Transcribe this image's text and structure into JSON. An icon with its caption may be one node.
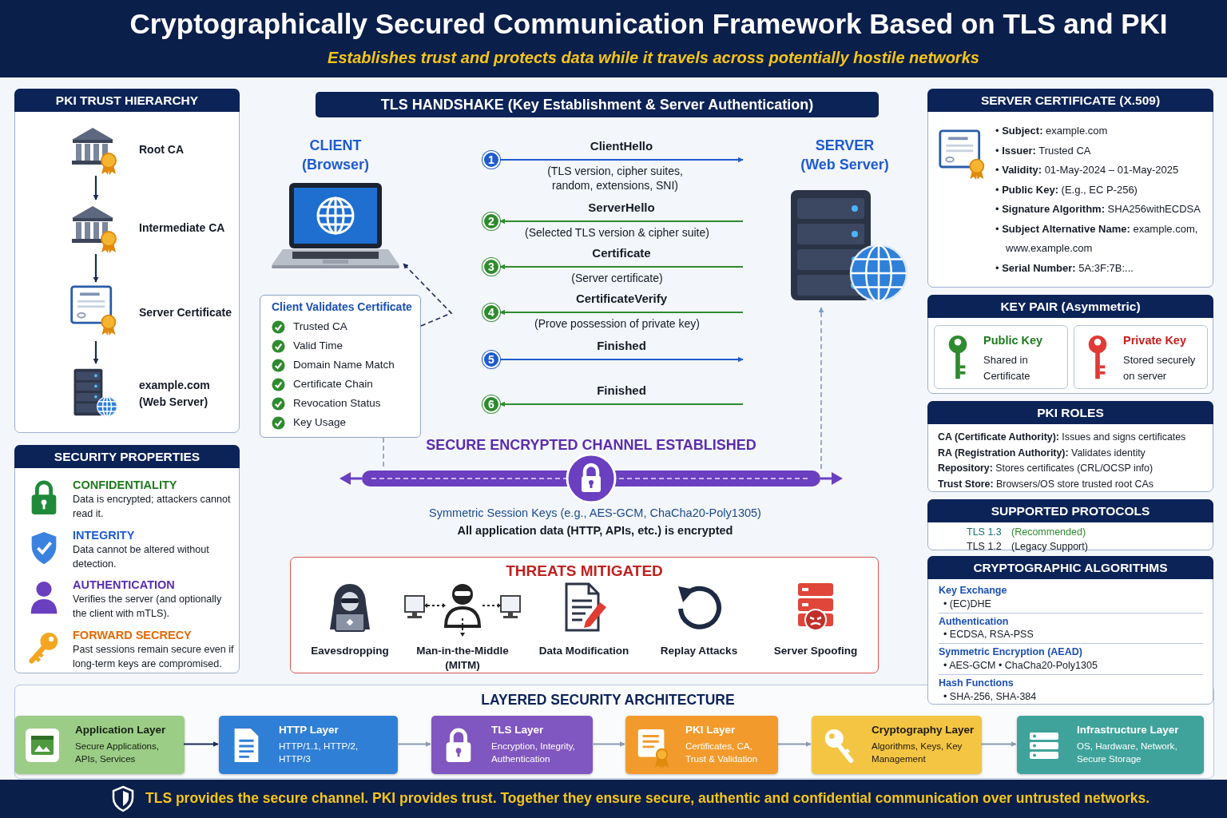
{
  "diagram": {
    "title": "Cryptographically Secured Communication Framework Based on TLS and PKI",
    "caption": "TLS provides the secure channel. PKI provides trust. Together they ensure secure, authentic and confidential communication over untrusted networks.",
    "nodes": [
      {
        "text": [
          "PKI TRUST HIERARCHY"
        ]
      },
      {
        "text": [
          "Root CA"
        ],
        "in": 0
      },
      {
        "text": [
          "Intermediate CA"
        ],
        "in": 0
      },
      {
        "text": [
          "Server Certificate"
        ],
        "in": 0
      },
      {
        "text": [
          "example.com (Web Server)"
        ],
        "in": 0
      },
      {
        "text": [
          "SECURITY PROPERTIES"
        ]
      },
      {
        "text": [
          "CONFIDENTIALITY",
          "Data is encrypted; attackers cannot read it."
        ],
        "in": 5
      },
      {
        "text": [
          "INTEGRITY",
          "Data cannot be altered without detection."
        ],
        "in": 5
      },
      {
        "text": [
          "AUTHENTICATION",
          "Verifies the server (and optionally the client with mTLS)."
        ],
        "in": 5
      },
      {
        "text": [
          "FORWARD SECRECY",
          "Past sessions remain secure even if long-term keys are compromised."
        ],
        "in": 5
      },
      {
        "text": [
          "TLS HANDSHAKE (Key Establishment & Server Authentication)"
        ]
      },
      {
        "text": [
          "CLIENT (Browser)"
        ]
      },
      {
        "text": [
          "SERVER (Web Server)"
        ]
      },
      {
        "text": [
          "1"
        ]
      },
      {
        "text": [
          "2"
        ]
      },
      {
        "text": [
          "3"
        ]
      },
      {
        "text": [
          "4"
        ]
      },
      {
        "text": [
          "5"
        ]
      },
      {
        "text": [
          "6"
        ]
      },
      {
        "text": [
          "Client Validates Certificate",
          "Trusted CA",
          "Valid Time",
          "Domain Name Match",
          "Certificate Chain",
          "Revocation Status",
          "Key Usage"
        ]
      },
      {
        "text": [],
        "shape": "bar",
        "beside": [
          "Symmetric Session Keys (e.g., AES-GCM, ChaCha20-Poly1305)",
          "All application data (HTTP, APIs, etc.) is encrypted"
        ]
      },
      {
        "text": [
          "THREATS MITIGATED"
        ]
      },
      {
        "text": [
          "Eavesdropping"
        ],
        "in": 21
      },
      {
        "text": [
          "Man-in-the-Middle (MITM)"
        ],
        "in": 21
      },
      {
        "text": [
          "Data Modification"
        ],
        "in": 21
      },
      {
        "text": [
          "Replay Attacks"
        ],
        "in": 21
      },
      {
        "text": [
          "Server Spoofing"
        ],
        "in": 21
      },
      {
        "text": [
          "SERVER CERTIFICATE (X.509)",
          "• **Subject:** example.com",
          "• **Issuer:** Trusted CA",
          "• **Validity:** 01-May-2024 – 01-May-2025",
          "• **Public Key:** (E.g., EC P-256)",
          "• **Signature Algorithm:** SHA256withECDSA",
          "• **Subject Alternative Name:** example.com, www.example.com",
          "• **Serial Number:** 5A:3F:7B:..."
        ]
      },
      {
        "text": [
          "KEY PAIR (Asymmetric)"
        ]
      },
      {
        "text": [
          "Public Key",
          "Shared in Certificate"
        ],
        "in": 28
      },
      {
        "text": [
          "Private Key",
          "Stored securely on server"
        ],
        "in": 28
      },
      {
        "text": [
          "PKI ROLES",
          "**CA (Certificate Authority):** Issues and signs certificates",
          "**RA (Registration Authority):** Validates identity",
          "**Repository:** Stores certificates (CRL/OCSP info)",
          "**Trust Store:** Browsers/OS store trusted root CAs"
        ]
      },
      {
        "text": [
          "SUPPORTED PROTOCOLS",
          "TLS 1.3",
          "(Recommended)",
          "TLS 1.2",
          "(Legacy Support)"
        ]
      },
      {
        "text": [
          "CRYPTOGRAPHIC ALGORITHMS",
          "Key Exchange",
          "• (EC)DHE",
          "Authentication",
          "• ECDSA, RSA-PSS",
          "Symmetric Encryption (AEAD)",
          "• AES-GCM • ChaCha20-Poly1305",
          "Hash Functions",
          "• SHA-256, SHA-384"
        ]
      },
      {
        "text": [
          "LAYERED SECURITY ARCHITECTURE"
        ]
      },
      {
        "text": [
          "Application Layer",
          "Secure Applications, APIs, Services"
        ],
        "in": 34
      },
      {
        "text": [
          "HTTP Layer",
          "HTTP/1.1, HTTP/2, HTTP/3"
        ],
        "in": 34
      },
      {
        "text": [
          "TLS Layer",
          "Encryption, Integrity, Authentication"
        ],
        "in": 34
      },
      {
        "text": [
          "PKI Layer",
          "Certificates, CA, Trust & Validation"
        ],
        "in": 34
      },
      {
        "text": [
          "Cryptography Layer",
          "Algorithms, Keys, Key Management"
        ],
        "in": 34
      },
      {
        "text": [
          "Infrastructure Layer",
          "OS, Hardware, Network, Secure Storage"
        ],
        "in": 34
      }
    ],
    "edges": [
      {
        "from": 1,
        "to": 2,
        "arrow": "to"
      },
      {
        "from": 2,
        "to": 3,
        "arrow": "to"
      },
      {
        "from": 3,
        "to": 4,
        "arrow": "to"
      },
      {
        "from": 13,
        "to": null,
        "arrow": "to",
        "label": "ClientHello",
        "color": "#1f5bd0"
      },
      {
        "from": null,
        "to": 14,
        "arrow": "to",
        "label": "ServerHello",
        "color": "#2e8b2e"
      },
      {
        "from": null,
        "to": 15,
        "arrow": "to",
        "label": "Certificate",
        "color": "#2e8b2e"
      },
      {
        "from": null,
        "to": 16,
        "arrow": "to",
        "label": "CertificateVerify",
        "color": "#2e8b2e"
      },
      {
        "from": 17,
        "to": null,
        "arrow": "to",
        "label": "Finished",
        "color": "#1f5bd0"
      },
      {
        "from": null,
        "to": 18,
        "arrow": "to",
        "label": "Finished",
        "color": "#2e8b2e"
      },
      {
        "from": 19,
        "to": 11,
        "arrow": "to",
        "style": "dashed"
      },
      {
        "from": 19,
        "to": 20,
        "arrow": "none",
        "style": "dashed",
        "color": "#7f9cc4"
      },
      {
        "from": 20,
        "to": 12,
        "arrow": "to",
        "style": "dashed",
        "color": "#7f9cc4"
      },
      {
        "from": 35,
        "to": 36,
        "arrow": "to"
      },
      {
        "from": 36,
        "to": 37,
        "arrow": "to",
        "color": "#8c9bb0"
      },
      {
        "from": 37,
        "to": 38,
        "arrow": "to",
        "color": "#8c9bb0"
      },
      {
        "from": 38,
        "to": 39,
        "arrow": "to",
        "color": "#8c9bb0"
      },
      {
        "from": 39,
        "to": 40,
        "arrow": "to",
        "color": "#8c9bb0"
      }
    ],
    "labels": [
      "Establishes trust and protects data while it travels across potentially hostile networks",
      "(TLS version, cipher suites, random, extensions, SNI)",
      "(Selected TLS version & cipher suite)",
      "(Server certificate)",
      "(Prove possession of private key)",
      "SECURE ENCRYPTED CHANNEL ESTABLISHED"
    ]
  }
}
